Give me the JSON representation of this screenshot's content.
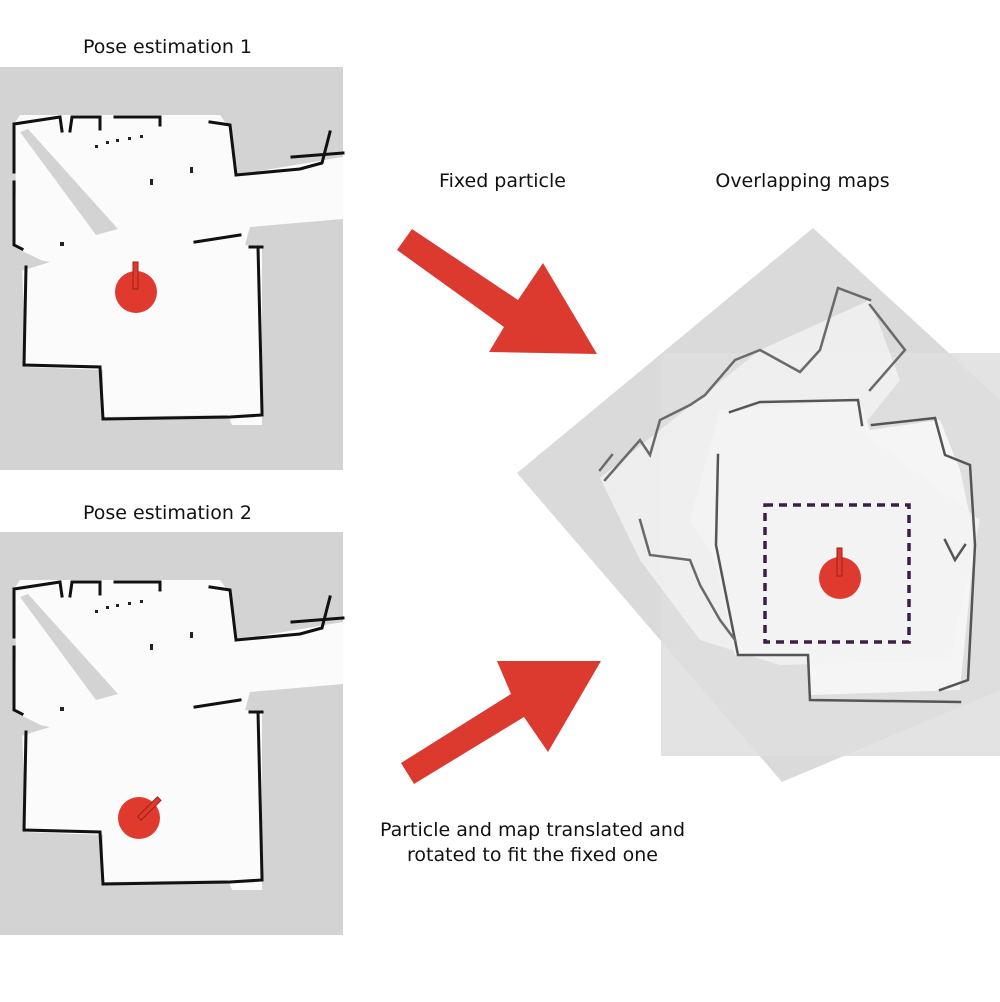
{
  "labels": {
    "pose1": "Pose estimation 1",
    "pose2": "Pose estimation 2",
    "fixed": "Fixed particle",
    "overlap": "Overlapping maps",
    "caption_line1": "Particle and map translated and",
    "caption_line2": "rotated to fit the fixed one"
  },
  "colors": {
    "unknown": "#d3d3d3",
    "free": "#fbfbfb",
    "wall": "#111111",
    "particle": "#e03a2f",
    "arrow": "#dc3a2f",
    "box": "#3b1f45"
  }
}
